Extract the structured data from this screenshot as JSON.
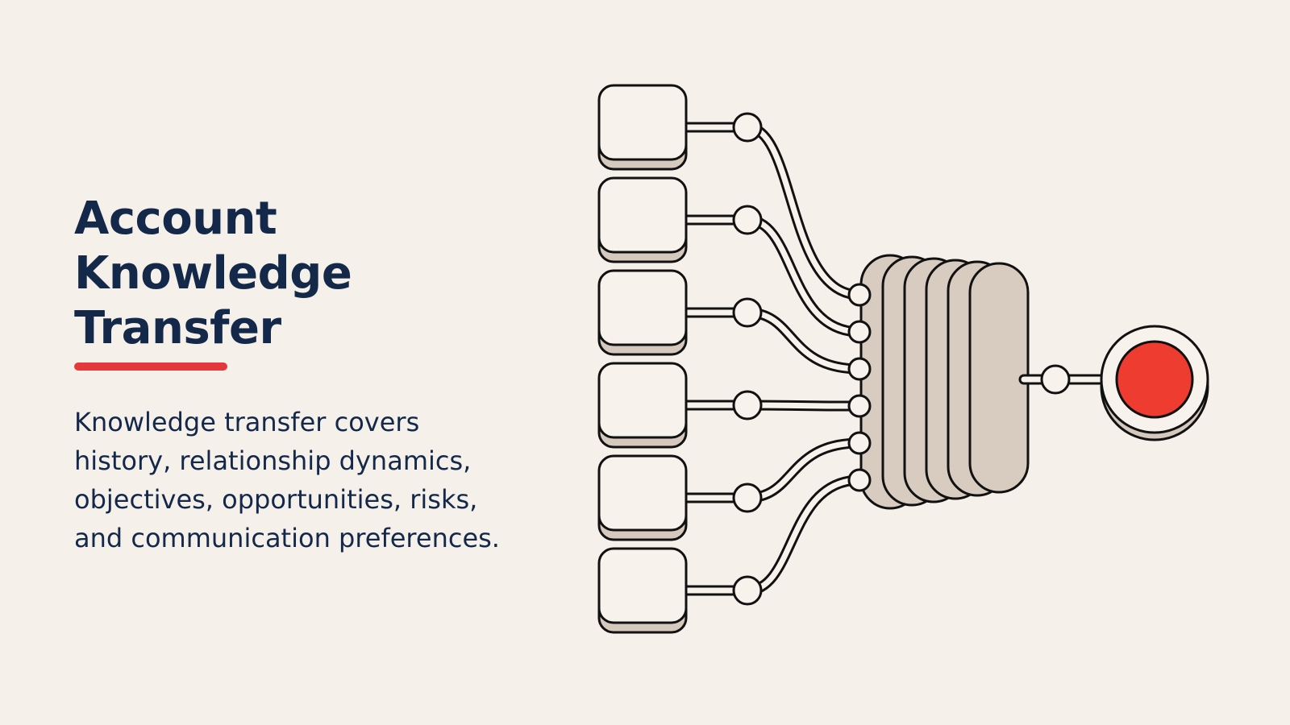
{
  "slide": {
    "title_lines": [
      "Account",
      "Knowledge",
      "Transfer"
    ],
    "body_lines": [
      "Knowledge transfer covers",
      "history, relationship dynamics,",
      "objectives, opportunities, risks,",
      "and communication preferences."
    ]
  },
  "colors": {
    "background": "#f5f1ea",
    "text": "#14284a",
    "accent": "#e5383b",
    "card_fill": "#f7f2ec",
    "card_shadow": "#d5c8bc",
    "stack_fill": "#d8ccc0",
    "target_red": "#ef3c31",
    "stroke": "#111111"
  },
  "diagram": {
    "source_cards": 6,
    "stack_layers": 6,
    "target_icon": "target-icon"
  }
}
